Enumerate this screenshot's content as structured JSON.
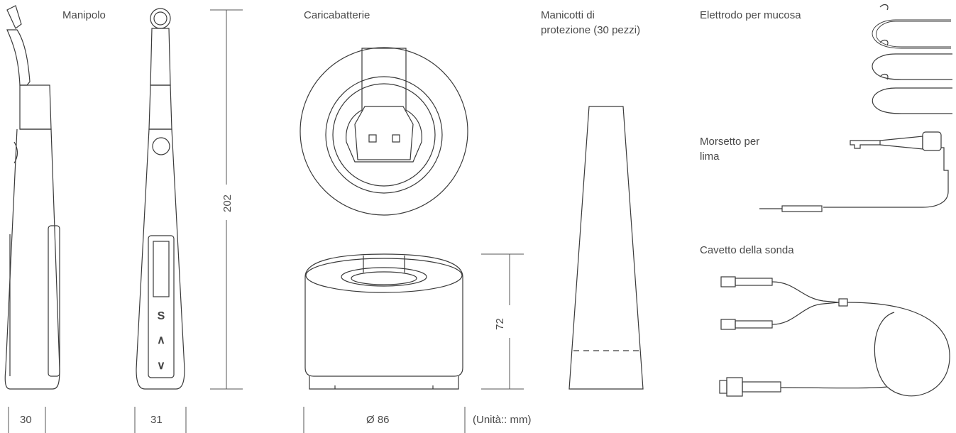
{
  "labels": {
    "handpiece": "Manipolo",
    "charger": "Caricabatterie",
    "sleeves_line1": "Manicotti di",
    "sleeves_line2": "protezione (30 pezzi)",
    "mucosa_electrode": "Elettrodo per mucosa",
    "file_clip_line1": "Morsetto per",
    "file_clip_line2": "lima",
    "probe_cable": "Cavetto della sonda"
  },
  "dimensions": {
    "handpiece_height": "202",
    "handpiece_width_side": "30",
    "handpiece_width_front": "31",
    "charger_height": "72",
    "charger_diameter": "Ø 86",
    "unit_note": "(Unità:: mm)"
  },
  "buttons": {
    "s": "S",
    "up": "∧",
    "down": "∨"
  }
}
